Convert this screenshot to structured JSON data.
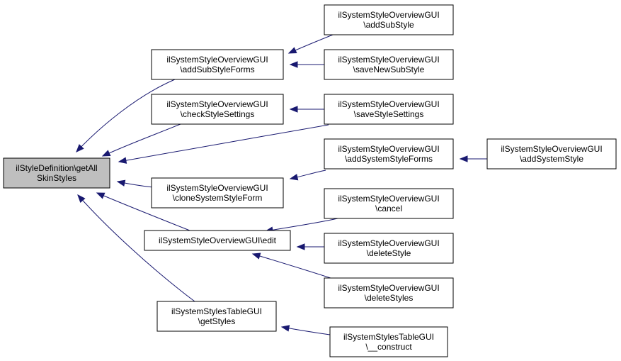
{
  "diagram": {
    "edge_color": "#191970",
    "root_fill": "#bfbfbf",
    "nodes": [
      {
        "id": "root",
        "lines": [
          "ilStyleDefinition\\getAll",
          "SkinStyles"
        ]
      },
      {
        "id": "addSubStyleForms",
        "lines": [
          "ilSystemStyleOverviewGUI",
          "\\addSubStyleForms"
        ]
      },
      {
        "id": "checkStyleSettings",
        "lines": [
          "ilSystemStyleOverviewGUI",
          "\\checkStyleSettings"
        ]
      },
      {
        "id": "cloneSystemStyleForm",
        "lines": [
          "ilSystemStyleOverviewGUI",
          "\\cloneSystemStyleForm"
        ]
      },
      {
        "id": "edit",
        "lines": [
          "ilSystemStyleOverviewGUI\\edit"
        ]
      },
      {
        "id": "getStyles",
        "lines": [
          "ilSystemStylesTableGUI",
          "\\getStyles"
        ]
      },
      {
        "id": "addSubStyle",
        "lines": [
          "ilSystemStyleOverviewGUI",
          "\\addSubStyle"
        ]
      },
      {
        "id": "saveNewSubStyle",
        "lines": [
          "ilSystemStyleOverviewGUI",
          "\\saveNewSubStyle"
        ]
      },
      {
        "id": "saveStyleSettings",
        "lines": [
          "ilSystemStyleOverviewGUI",
          "\\saveStyleSettings"
        ]
      },
      {
        "id": "addSystemStyleForms",
        "lines": [
          "ilSystemStyleOverviewGUI",
          "\\addSystemStyleForms"
        ]
      },
      {
        "id": "cancel",
        "lines": [
          "ilSystemStyleOverviewGUI",
          "\\cancel"
        ]
      },
      {
        "id": "deleteStyle",
        "lines": [
          "ilSystemStyleOverviewGUI",
          "\\deleteStyle"
        ]
      },
      {
        "id": "deleteStyles",
        "lines": [
          "ilSystemStyleOverviewGUI",
          "\\deleteStyles"
        ]
      },
      {
        "id": "construct",
        "lines": [
          "ilSystemStylesTableGUI",
          "\\__construct"
        ]
      },
      {
        "id": "addSystemStyle",
        "lines": [
          "ilSystemStyleOverviewGUI",
          "\\addSystemStyle"
        ]
      }
    ],
    "edges": [
      {
        "from": "addSubStyleForms",
        "to": "root"
      },
      {
        "from": "checkStyleSettings",
        "to": "root"
      },
      {
        "from": "saveStyleSettings",
        "to": "root"
      },
      {
        "from": "cloneSystemStyleForm",
        "to": "root"
      },
      {
        "from": "edit",
        "to": "root"
      },
      {
        "from": "getStyles",
        "to": "root"
      },
      {
        "from": "addSubStyle",
        "to": "addSubStyleForms"
      },
      {
        "from": "saveNewSubStyle",
        "to": "addSubStyleForms"
      },
      {
        "from": "saveStyleSettings",
        "to": "checkStyleSettings"
      },
      {
        "from": "addSystemStyleForms",
        "to": "cloneSystemStyleForm"
      },
      {
        "from": "addSystemStyle",
        "to": "addSystemStyleForms"
      },
      {
        "from": "cancel",
        "to": "edit"
      },
      {
        "from": "deleteStyle",
        "to": "edit"
      },
      {
        "from": "deleteStyles",
        "to": "edit"
      },
      {
        "from": "construct",
        "to": "getStyles"
      }
    ]
  }
}
